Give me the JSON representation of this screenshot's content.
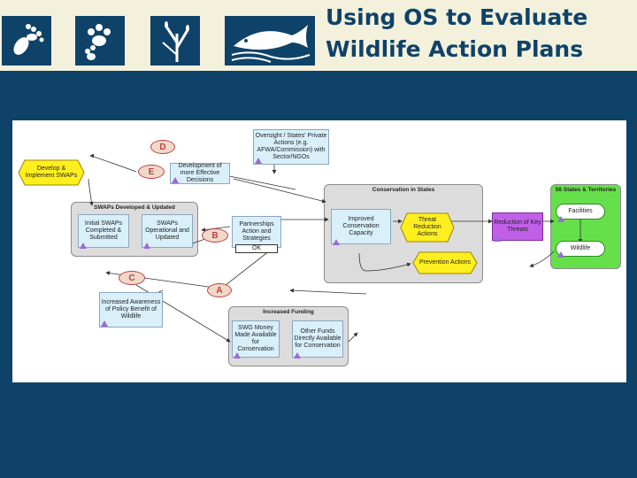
{
  "title": {
    "line1": "Using OS to Evaluate",
    "line2": "Wildlife Action Plans"
  },
  "header_icons": [
    "boot-print-icon",
    "paw-print-icon",
    "plant-icon",
    "fish-icon"
  ],
  "colors": {
    "background": "#0f4268",
    "header": "#f3f1dc",
    "yellow": "#ffef1f",
    "purple": "#c060e8",
    "green": "#66e04a",
    "callout": "#c04040"
  },
  "diagram": {
    "nodes": {
      "oversight": "Oversight / States' Private Actions (e.g. AFWA/Commission) with Sector/NGOs",
      "develop_swaps": "Develop & Implement SWAPs",
      "develop_eff": "Development of more Effective Decisions",
      "swap_group": "SWAPs Developed & Updated",
      "swap_a": "Initial SWAPs Completed & Submitted",
      "swap_b": "SWAPs Operational and Updated",
      "partnership": "Partnerships Action and Strategies",
      "cons_group": "Conservation in States",
      "improved": "Improved Conservation Capacity",
      "threat": "Threat Reduction Actions",
      "prevention": "Prevention Actions",
      "reduction": "Reduction of Key Threats",
      "territories_group": "56 States & Territories",
      "facilities": "Facilities",
      "wildlife": "Wildlife",
      "increased_policy": "Increased Awareness of Policy Benefit of Wildlife",
      "funding_group": "Increased Funding",
      "funding_a": "SWG Money Made Available for Conservation",
      "funding_b": "Other Funds Directly Available for Conservation",
      "small_box": "OK"
    },
    "callouts": {
      "d": "D",
      "e": "E",
      "b": "B",
      "c": "C",
      "a": "A"
    }
  }
}
